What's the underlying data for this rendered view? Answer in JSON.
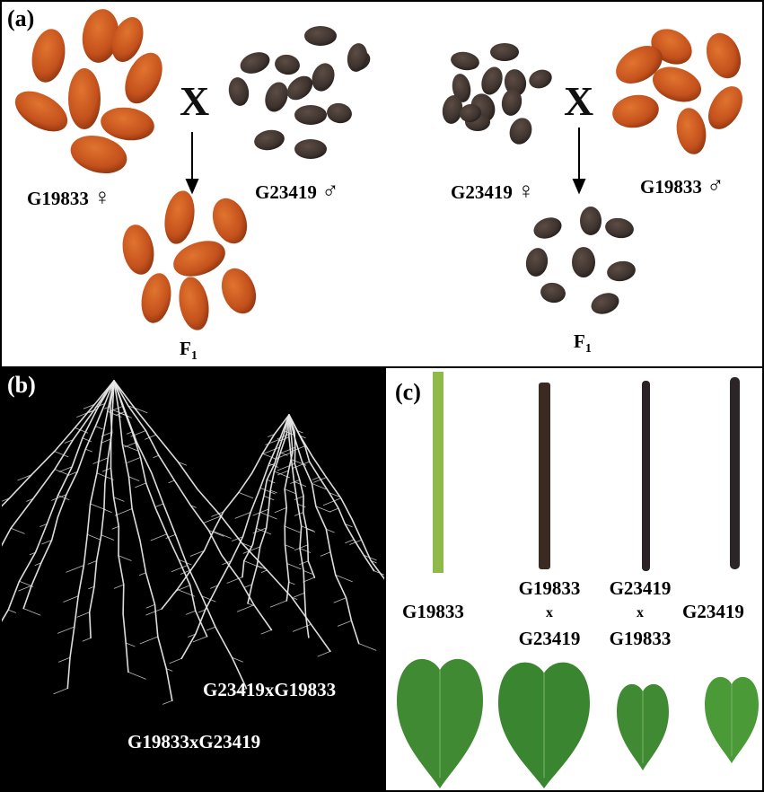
{
  "panel_a": {
    "label": "(a)",
    "left_cross": {
      "female": "G19833",
      "male": "G23419",
      "cross_symbol": "X",
      "f1": "F",
      "f1_sub": "1",
      "female_seed_color": "#c4511c",
      "male_seed_color": "#3e332e",
      "f1_seed_color": "#c4511c"
    },
    "right_cross": {
      "female": "G23419",
      "male": "G19833",
      "cross_symbol": "X",
      "f1": "F",
      "f1_sub": "1",
      "female_seed_color": "#3e332e",
      "male_seed_color": "#c4511c",
      "f1_seed_color": "#3e332e"
    },
    "female_symbol": "♀",
    "male_symbol": "♂"
  },
  "panel_b": {
    "label": "(b)",
    "left_root": "G19833xG23419",
    "right_root": "G23419xG19833"
  },
  "panel_c": {
    "label": "(c)",
    "col1": "G19833",
    "col2_top": "G19833",
    "col2_mid": "x",
    "col2_bot": "G23419",
    "col3_top": "G23419",
    "col3_mid": "x",
    "col3_bot": "G19833",
    "col4": "G23419",
    "stem_colors": [
      "#8fba4a",
      "#3a2a22",
      "#2a2226",
      "#2b2528"
    ],
    "leaf_color": "#3f8a32"
  }
}
